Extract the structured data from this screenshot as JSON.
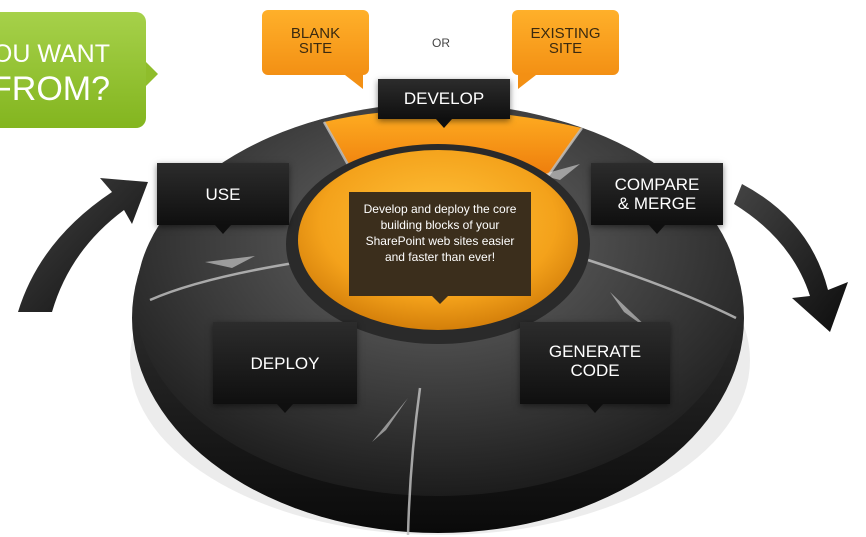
{
  "callout": {
    "line1": "OU WANT",
    "line2": "FROM?"
  },
  "options": {
    "left": "BLANK\nSITE",
    "or": "OR",
    "right": "EXISTING\nSITE"
  },
  "stages": {
    "develop": "DEVELOP",
    "use": "USE",
    "compare": "COMPARE\n& MERGE",
    "deploy": "DEPLOY",
    "generate": "GENERATE\nCODE"
  },
  "center_text": "Develop and deploy the core building blocks of your SharePoint web sites easier and faster than ever!",
  "colors": {
    "green": "#8fbd2b",
    "orange": "#f6a01a",
    "dark": "#1a1a1a",
    "ring": "#3a3a3a"
  }
}
